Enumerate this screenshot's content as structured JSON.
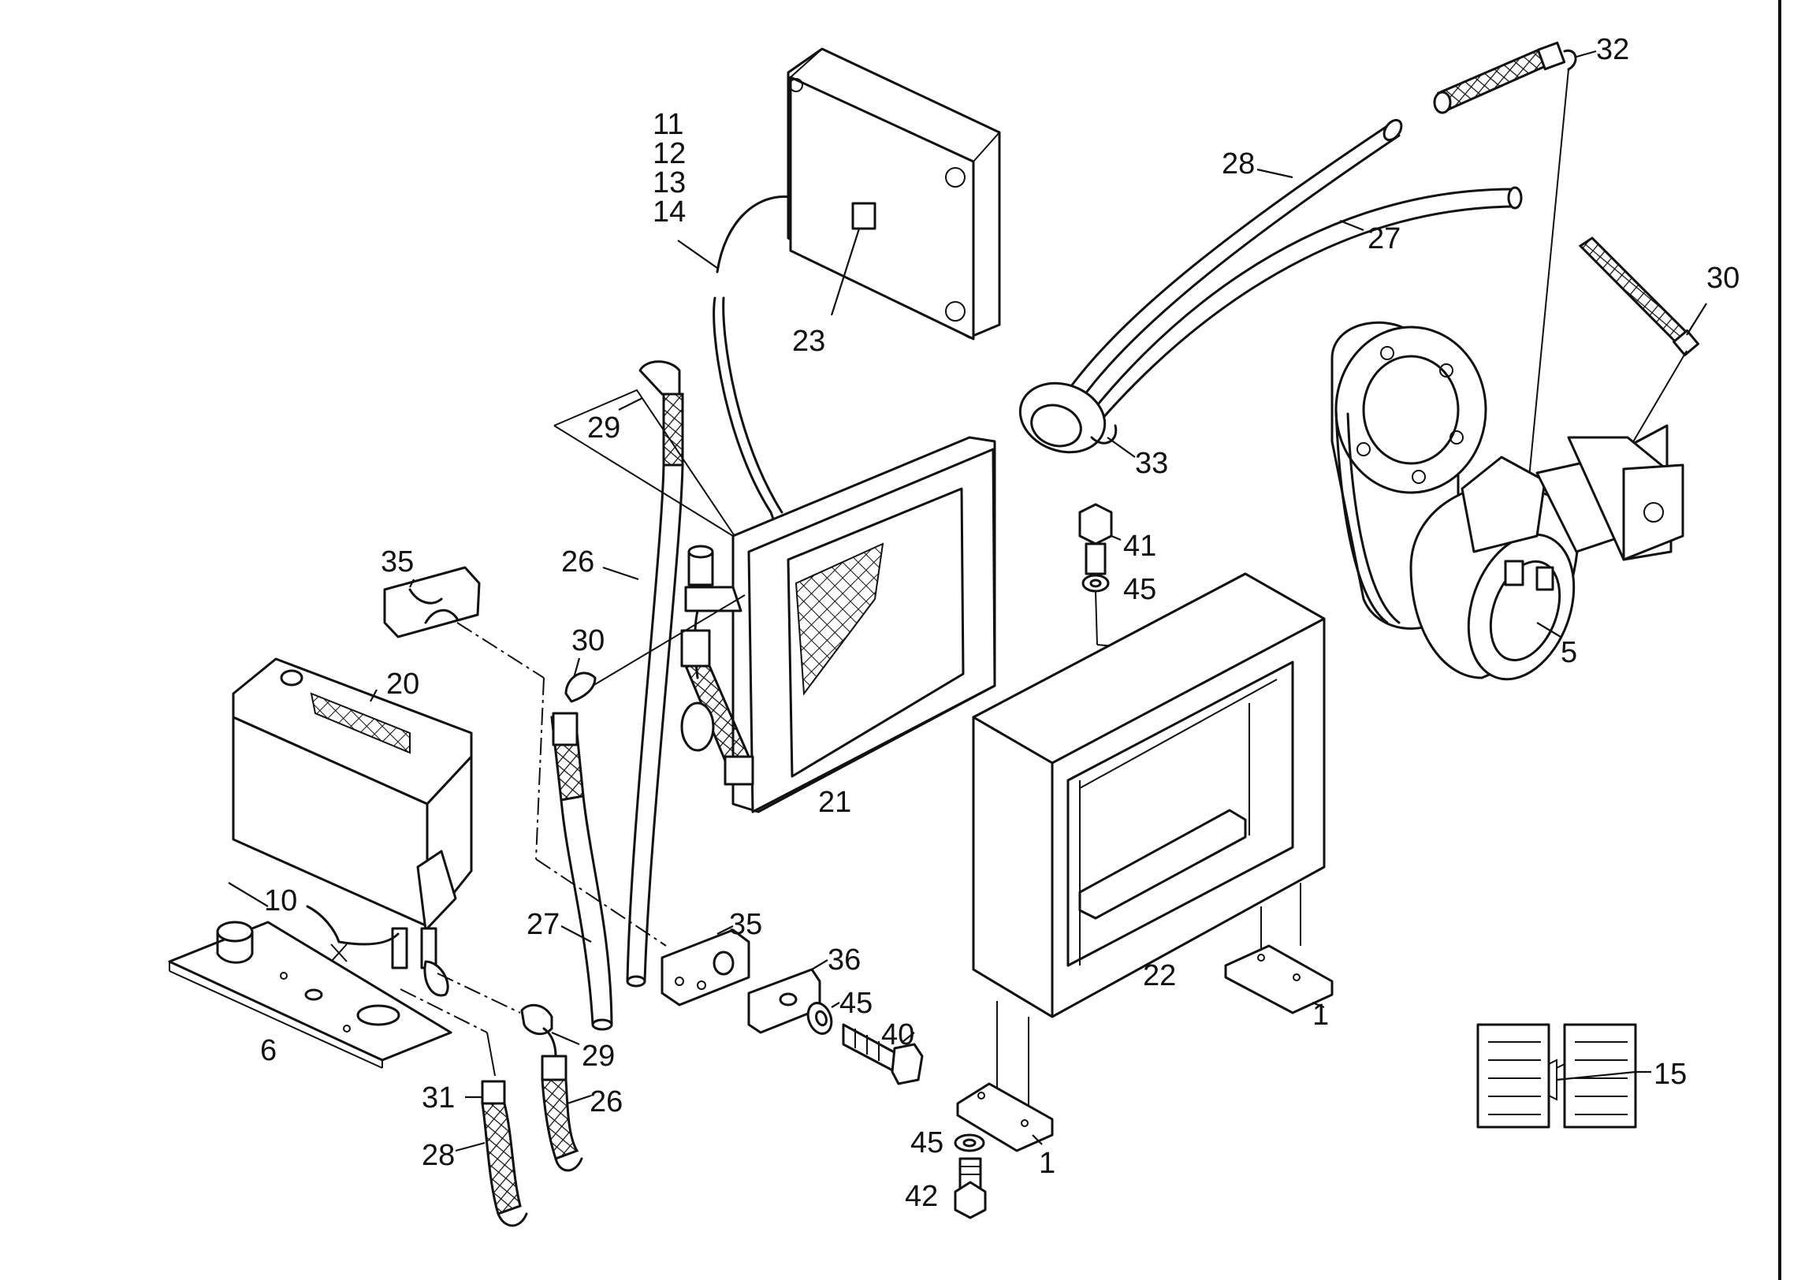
{
  "labels": {
    "l32": "32",
    "l28top": "28",
    "l27top": "27",
    "l11": "11",
    "l12": "12",
    "l13": "13",
    "l14": "14",
    "l23": "23",
    "l30r": "30",
    "l29top": "29",
    "l33": "33",
    "l41": "41",
    "l45a": "45",
    "l35a": "35",
    "l26a": "26",
    "l5": "5",
    "l30l": "30",
    "l20": "20",
    "l21": "21",
    "l10": "10",
    "l27b": "27",
    "l35b": "35",
    "l36": "36",
    "l45b": "45",
    "l40": "40",
    "l22": "22",
    "l1a": "1",
    "l6": "6",
    "l29b": "29",
    "l26b": "26",
    "l31": "31",
    "l28b": "28",
    "l45c": "45",
    "l1b": "1",
    "l42": "42",
    "l15": "15"
  }
}
